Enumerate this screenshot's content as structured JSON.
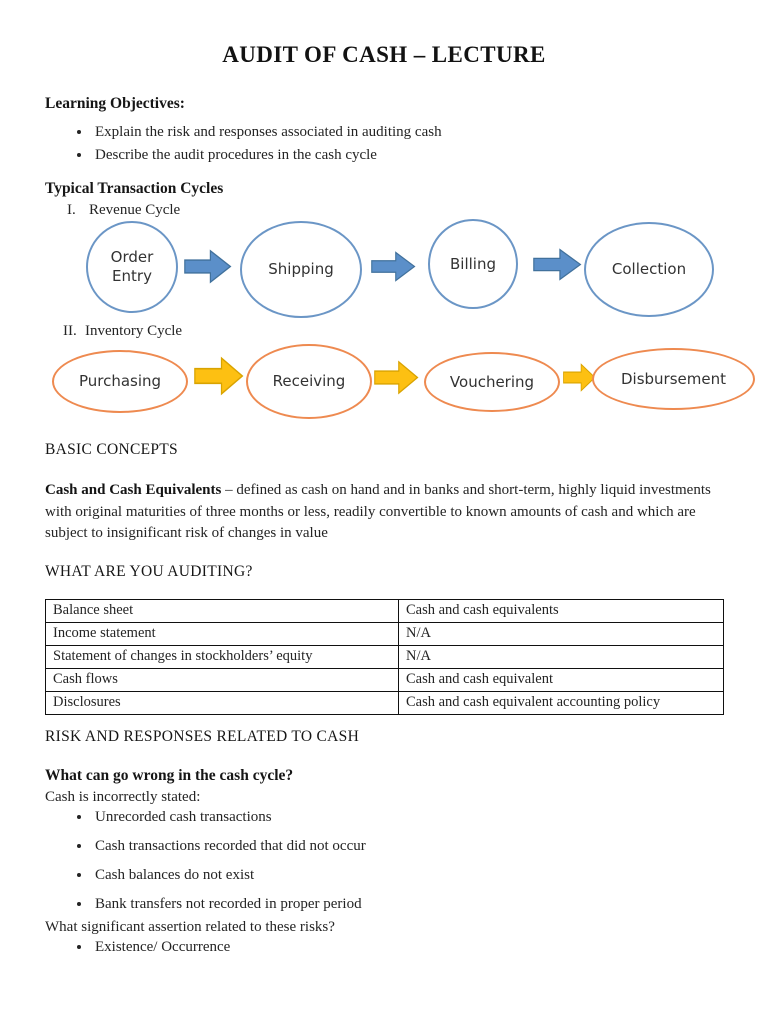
{
  "colors": {
    "revenue_node_border": "#6b96c6",
    "revenue_arrow_fill": "#5b8fc9",
    "revenue_arrow_stroke": "#41719c",
    "inventory_node_border": "#ee8a50",
    "inventory_arrow_fill": "#fdc012",
    "inventory_arrow_stroke": "#d9a300"
  },
  "page": {
    "title": "AUDIT OF CASH – LECTURE"
  },
  "objectives": {
    "heading": "Learning Objectives:",
    "items": [
      "Explain the risk and responses associated in auditing cash",
      "Describe the audit procedures in the cash cycle"
    ]
  },
  "cycles": {
    "heading": "Typical Transaction Cycles",
    "revenue": {
      "roman": "I.",
      "name": "Revenue Cycle",
      "nodes": [
        "Order Entry",
        "Shipping",
        "Billing",
        "Collection"
      ]
    },
    "inventory": {
      "roman": "II.",
      "name": "Inventory Cycle",
      "nodes": [
        "Purchasing",
        "Receiving",
        "Vouchering",
        "Disbursement"
      ]
    }
  },
  "basic_concepts": {
    "heading": "BASIC CONCEPTS",
    "term": "Cash and Cash Equivalents",
    "definition": " – defined as cash on hand and in banks and short-term, highly liquid investments with original maturities of three months or less, readily convertible to known amounts of cash and which are subject to insignificant risk of changes in value"
  },
  "auditing": {
    "heading": "WHAT ARE YOU AUDITING?",
    "table": {
      "rows": [
        [
          "Balance sheet",
          "Cash and cash equivalents"
        ],
        [
          "Income statement",
          "N/A"
        ],
        [
          "Statement of changes in stockholders’ equity",
          "N/A"
        ],
        [
          "Cash flows",
          "Cash and cash equivalent"
        ],
        [
          "Disclosures",
          "Cash and cash  equivalent accounting policy"
        ]
      ]
    }
  },
  "risks": {
    "heading": "RISK AND RESPONSES RELATED TO CASH",
    "question1": "What can go wrong in the cash cycle?",
    "question1_intro": "Cash is incorrectly stated:",
    "question1_bullets": [
      "Unrecorded cash transactions",
      "Cash transactions recorded that did not occur",
      "Cash balances do not exist",
      "Bank transfers not recorded in proper period"
    ],
    "question2": "What significant assertion related to these risks?",
    "question2_bullets": [
      "Existence/ Occurrence"
    ]
  }
}
